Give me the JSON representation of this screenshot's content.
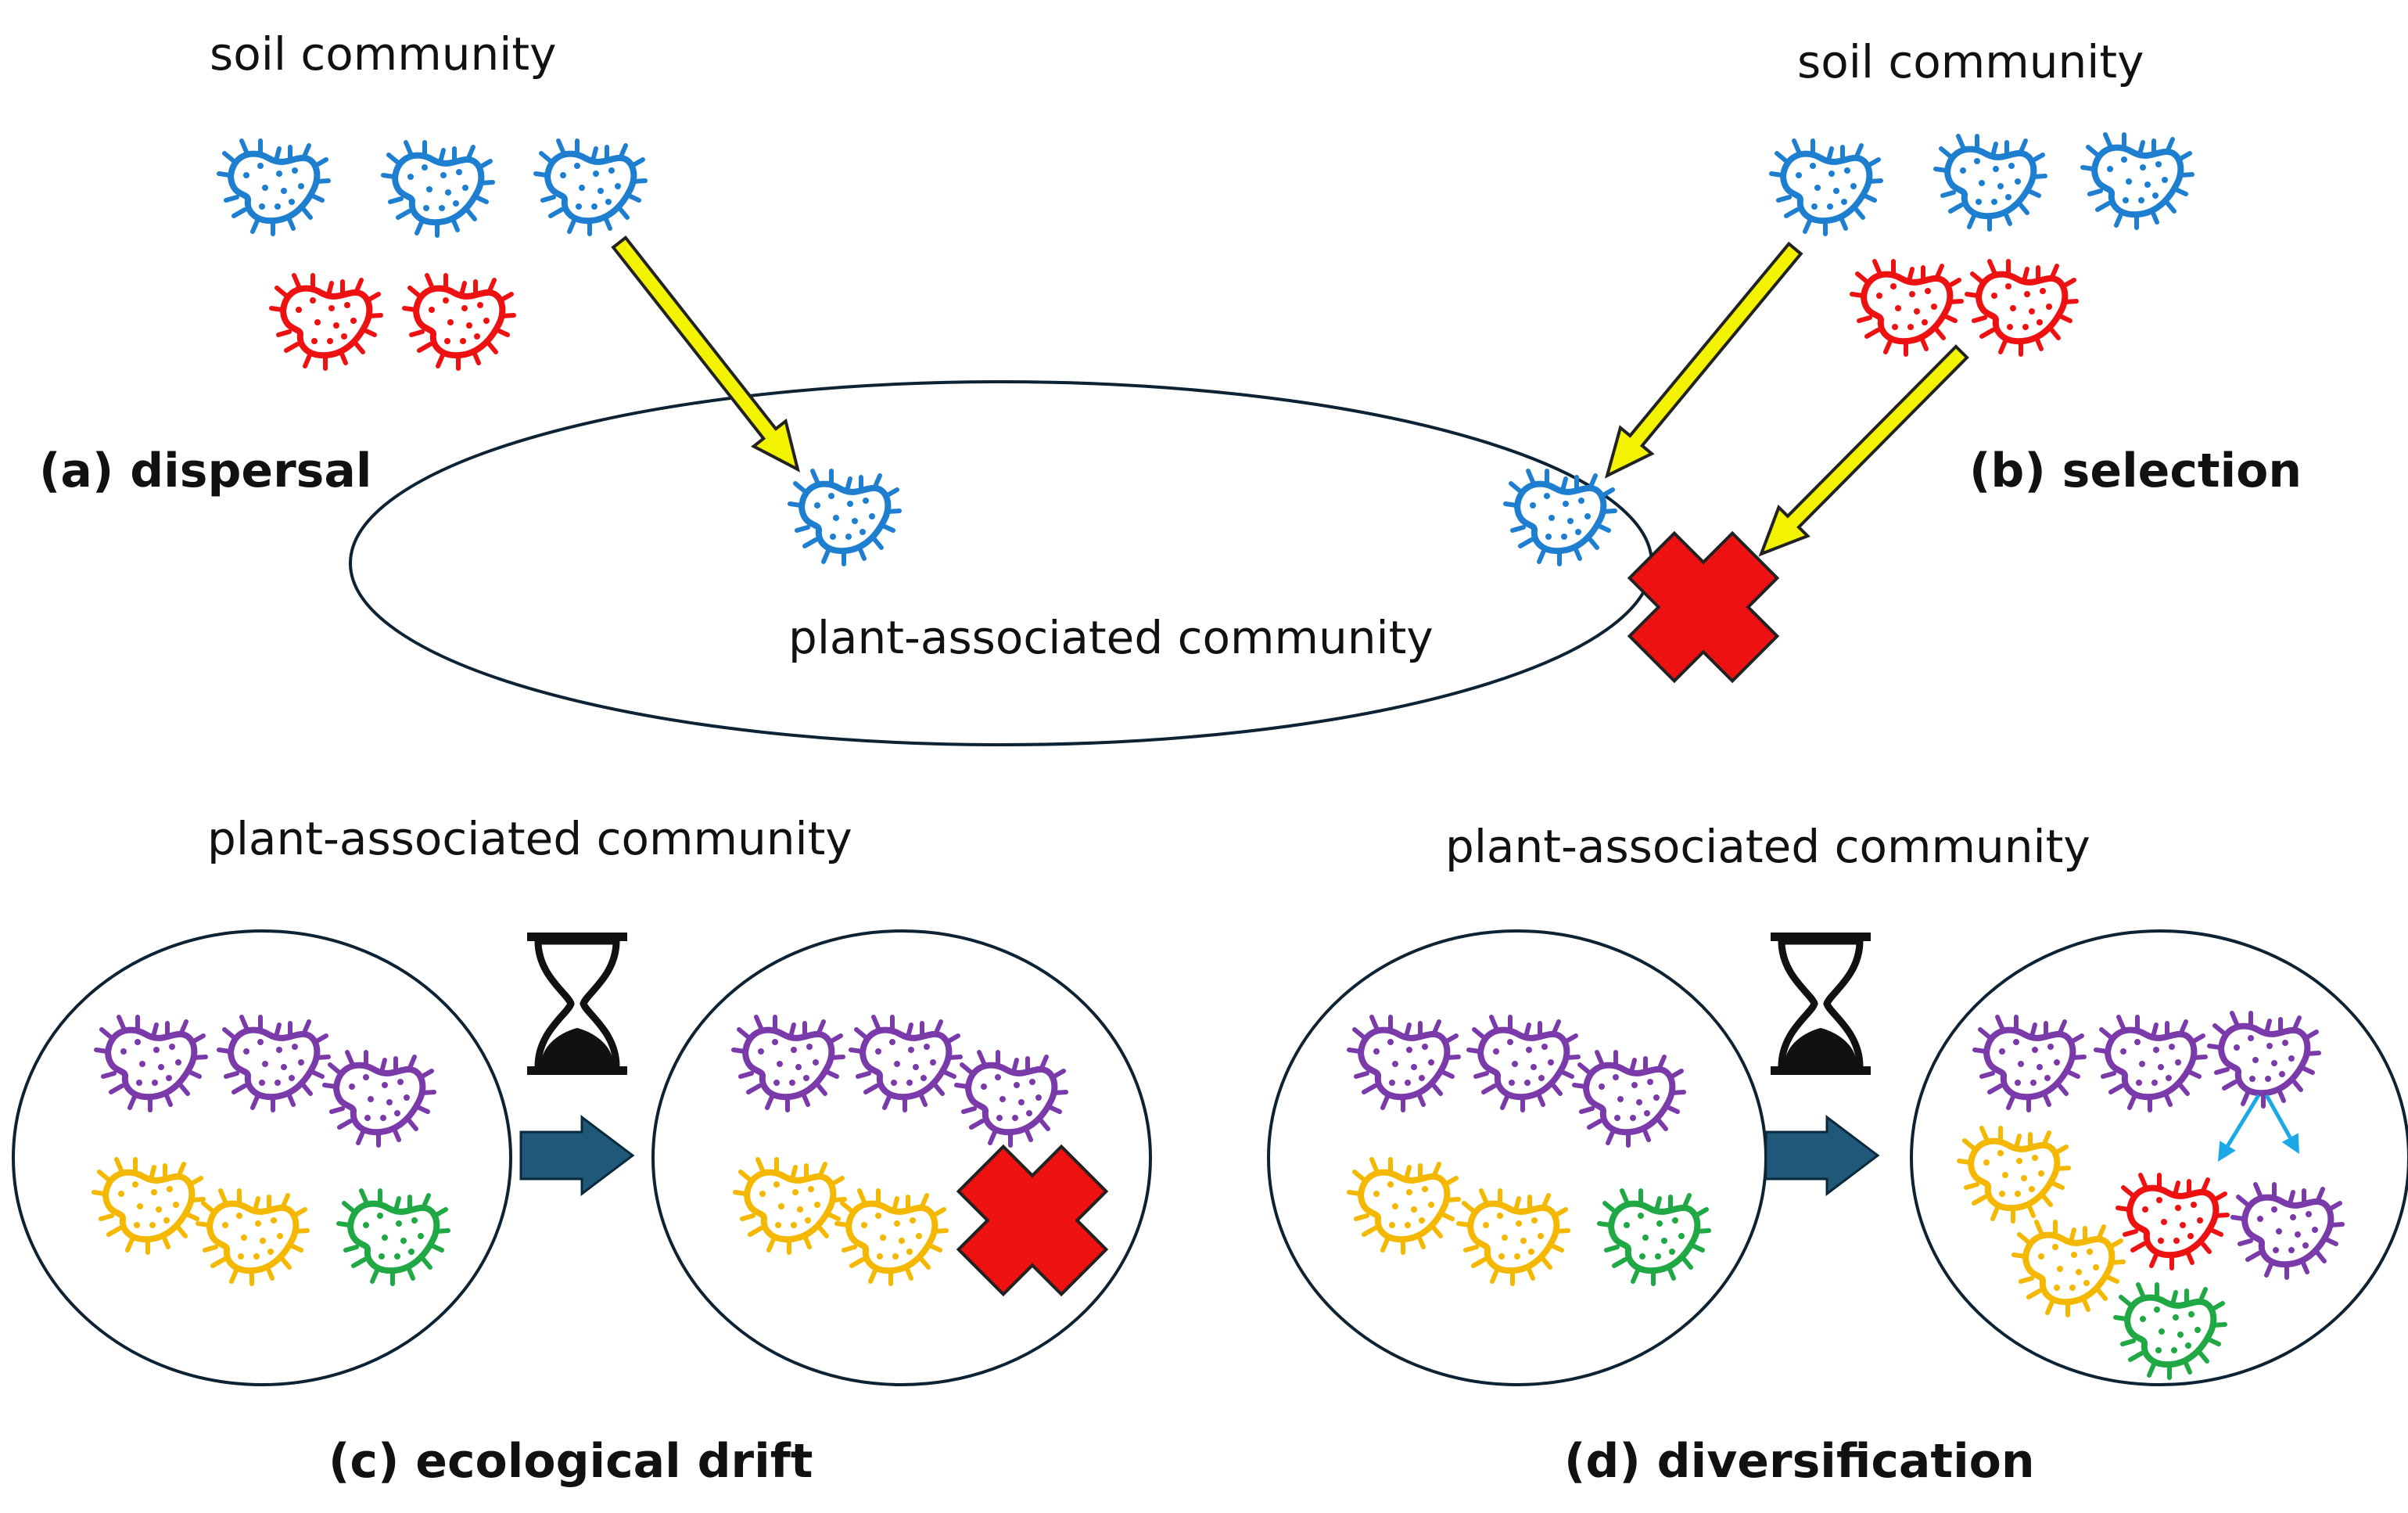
{
  "texts": {
    "soil_left": "soil community",
    "soil_right": "soil community",
    "dispersal": "(a) dispersal",
    "selection": "(b) selection",
    "plant_top": "plant-associated community",
    "plant_c": "plant-associated community",
    "plant_d": "plant-associated community",
    "drift": "(c) ecological drift",
    "diversification": "(d) diversification"
  },
  "colors": {
    "blue": "#1e7fd0",
    "red": "#ee1111",
    "purple": "#7a3aaa",
    "yellow": "#f5b800",
    "green": "#1fa844",
    "arrow_yellow": "#f3f300",
    "arrow_teal": "#1f5878",
    "small_arrow": "#1aa9e6",
    "outline": "#0d2233",
    "cross": "#ee1111"
  },
  "icons": {
    "bacterium": "bacterium-icon",
    "hourglass": "hourglass-icon",
    "cross": "cross-icon",
    "arrow": "arrow-icon"
  }
}
